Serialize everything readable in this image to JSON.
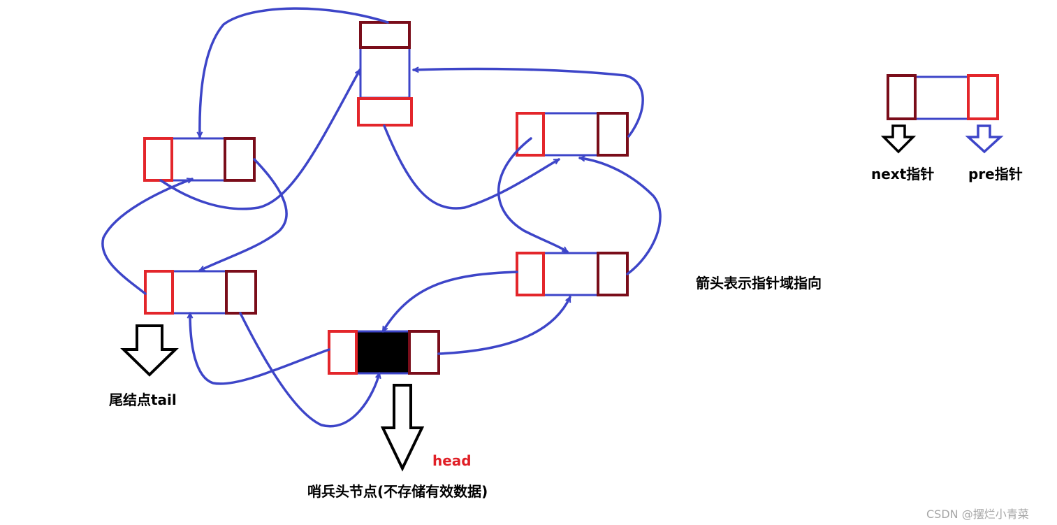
{
  "colors": {
    "prev_field": "#e3262b",
    "next_field": "#7a0d1a",
    "data_field": "#3d45c8",
    "arrow": "#3d45c8",
    "head_fill": "#000000",
    "hollow_arrow_black": "#000000",
    "hollow_arrow_blue": "#3d45c8",
    "head_label": "#e01f26",
    "watermark": "#a6a6a6"
  },
  "labels": {
    "tail": "尾结点tail",
    "head_en": "head",
    "sentinel": "哨兵头节点(不存储有效数据)",
    "arrow_meaning": "箭头表示指针域指向",
    "legend_next": "next指针",
    "legend_pre": "pre指针",
    "watermark": "CSDN @摆烂小青菜"
  },
  "icons": [
    "hollow-down-arrow-icon"
  ]
}
